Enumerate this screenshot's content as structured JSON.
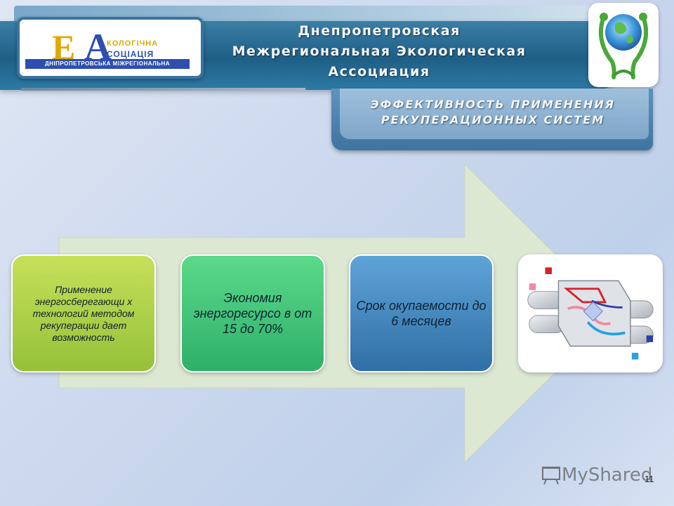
{
  "header": {
    "title_lines": [
      "Днепропетровская",
      "Межрегиональная Экологическая",
      "Ассоциация"
    ],
    "logo_left": {
      "big_letters": [
        "Е",
        "А"
      ],
      "line1": "КОЛОГІЧНА",
      "line2": "СОЦІАЦІЯ",
      "bottom": "ДНІПРОПЕТРОВСЬКА МІЖРЕГІОНАЛЬНА"
    },
    "logo_right_icon": "globe-people-icon"
  },
  "subtitle_lines": [
    "ЭФФЕКТИВНОСТЬ ПРИМЕНЕНИЯ",
    "РЕКУПЕРАЦИОННЫХ СИСТЕМ"
  ],
  "process": {
    "steps": [
      {
        "text": "Применение энергосберегающи х технологий методом рекуперации дает возможность"
      },
      {
        "text": "Экономия энергоресурсо в от 15 до 70%"
      },
      {
        "text": "Срок окупаемости до 6 месяцев"
      },
      {
        "image": "heat-recovery-unit-diagram"
      }
    ]
  },
  "footer": {
    "watermark": "MyShared",
    "page_number": "11"
  },
  "colors": {
    "header_dark": "#1f5f86",
    "step1": "#96c13a",
    "step2": "#2eb06a",
    "step3": "#2f6fa6",
    "arrow": "#dfe7cf"
  }
}
